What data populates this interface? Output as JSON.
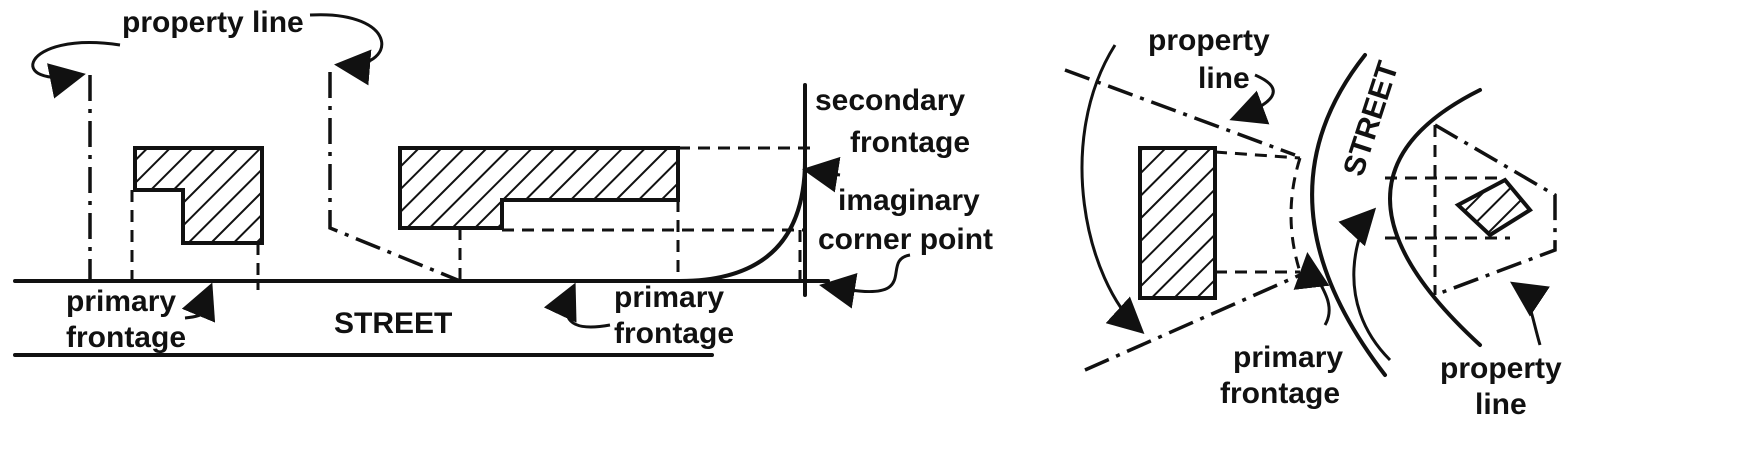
{
  "left_panel": {
    "property_line": "property line",
    "secondary_frontage_1": "secondary",
    "secondary_frontage_2": "frontage",
    "imaginary_corner_1": "imaginary",
    "imaginary_corner_2": "corner point",
    "primary_frontage_left_1": "primary",
    "primary_frontage_left_2": "frontage",
    "street": "STREET",
    "primary_frontage_right_1": "primary",
    "primary_frontage_right_2": "frontage"
  },
  "right_panel": {
    "property_line_top_1": "property",
    "property_line_top_2": "line",
    "street": "STREET",
    "primary_frontage_1": "primary",
    "primary_frontage_2": "frontage",
    "property_line_bottom_1": "property",
    "property_line_bottom_2": "line"
  }
}
